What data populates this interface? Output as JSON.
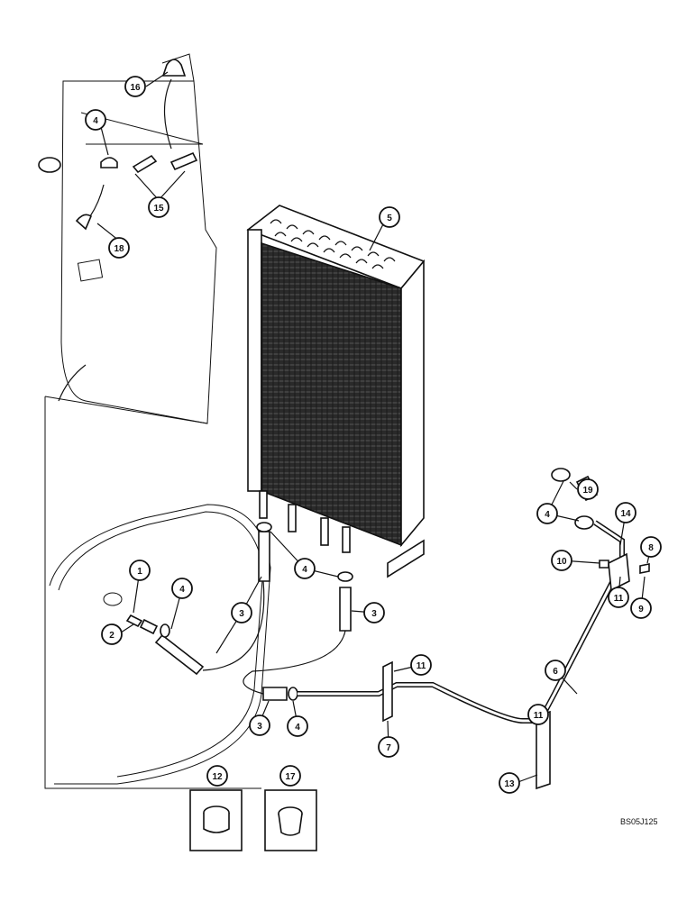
{
  "drawing_code": "BS05J125",
  "callouts": [
    "1",
    "2",
    "3",
    "4",
    "5",
    "6",
    "7",
    "8",
    "9",
    "10",
    "11",
    "12",
    "13",
    "14",
    "15",
    "16",
    "17",
    "18",
    "19"
  ]
}
